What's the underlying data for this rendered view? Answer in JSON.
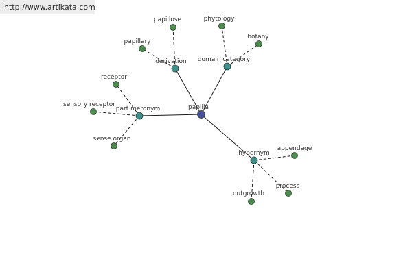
{
  "header": {
    "url": "http://www.artikata.com"
  },
  "colors": {
    "root": "#4a4f9a",
    "category": "#3f8f8a",
    "leaf": "#4d8a4d",
    "banner_bg": "#ededed"
  },
  "graph": {
    "root": {
      "id": "papilla",
      "label": "papilla",
      "type": "root"
    },
    "categories": [
      {
        "id": "derivation",
        "label": "derivation",
        "type": "category"
      },
      {
        "id": "domain-category",
        "label": "domain category",
        "type": "category"
      },
      {
        "id": "part-meronym",
        "label": "part meronym",
        "type": "category"
      },
      {
        "id": "hypernym",
        "label": "hypernym",
        "type": "category"
      }
    ],
    "leaves": [
      {
        "id": "papillose",
        "label": "papillose",
        "parent": "derivation"
      },
      {
        "id": "papillary",
        "label": "papillary",
        "parent": "derivation"
      },
      {
        "id": "phytology",
        "label": "phytology",
        "parent": "domain-category"
      },
      {
        "id": "botany",
        "label": "botany",
        "parent": "domain-category"
      },
      {
        "id": "receptor",
        "label": "receptor",
        "parent": "part-meronym"
      },
      {
        "id": "sensory-receptor",
        "label": "sensory receptor",
        "parent": "part-meronym"
      },
      {
        "id": "sense-organ",
        "label": "sense organ",
        "parent": "part-meronym"
      },
      {
        "id": "appendage",
        "label": "appendage",
        "parent": "hypernym"
      },
      {
        "id": "process",
        "label": "process",
        "parent": "hypernym"
      },
      {
        "id": "outgrowth",
        "label": "outgrowth",
        "parent": "hypernym"
      }
    ]
  }
}
